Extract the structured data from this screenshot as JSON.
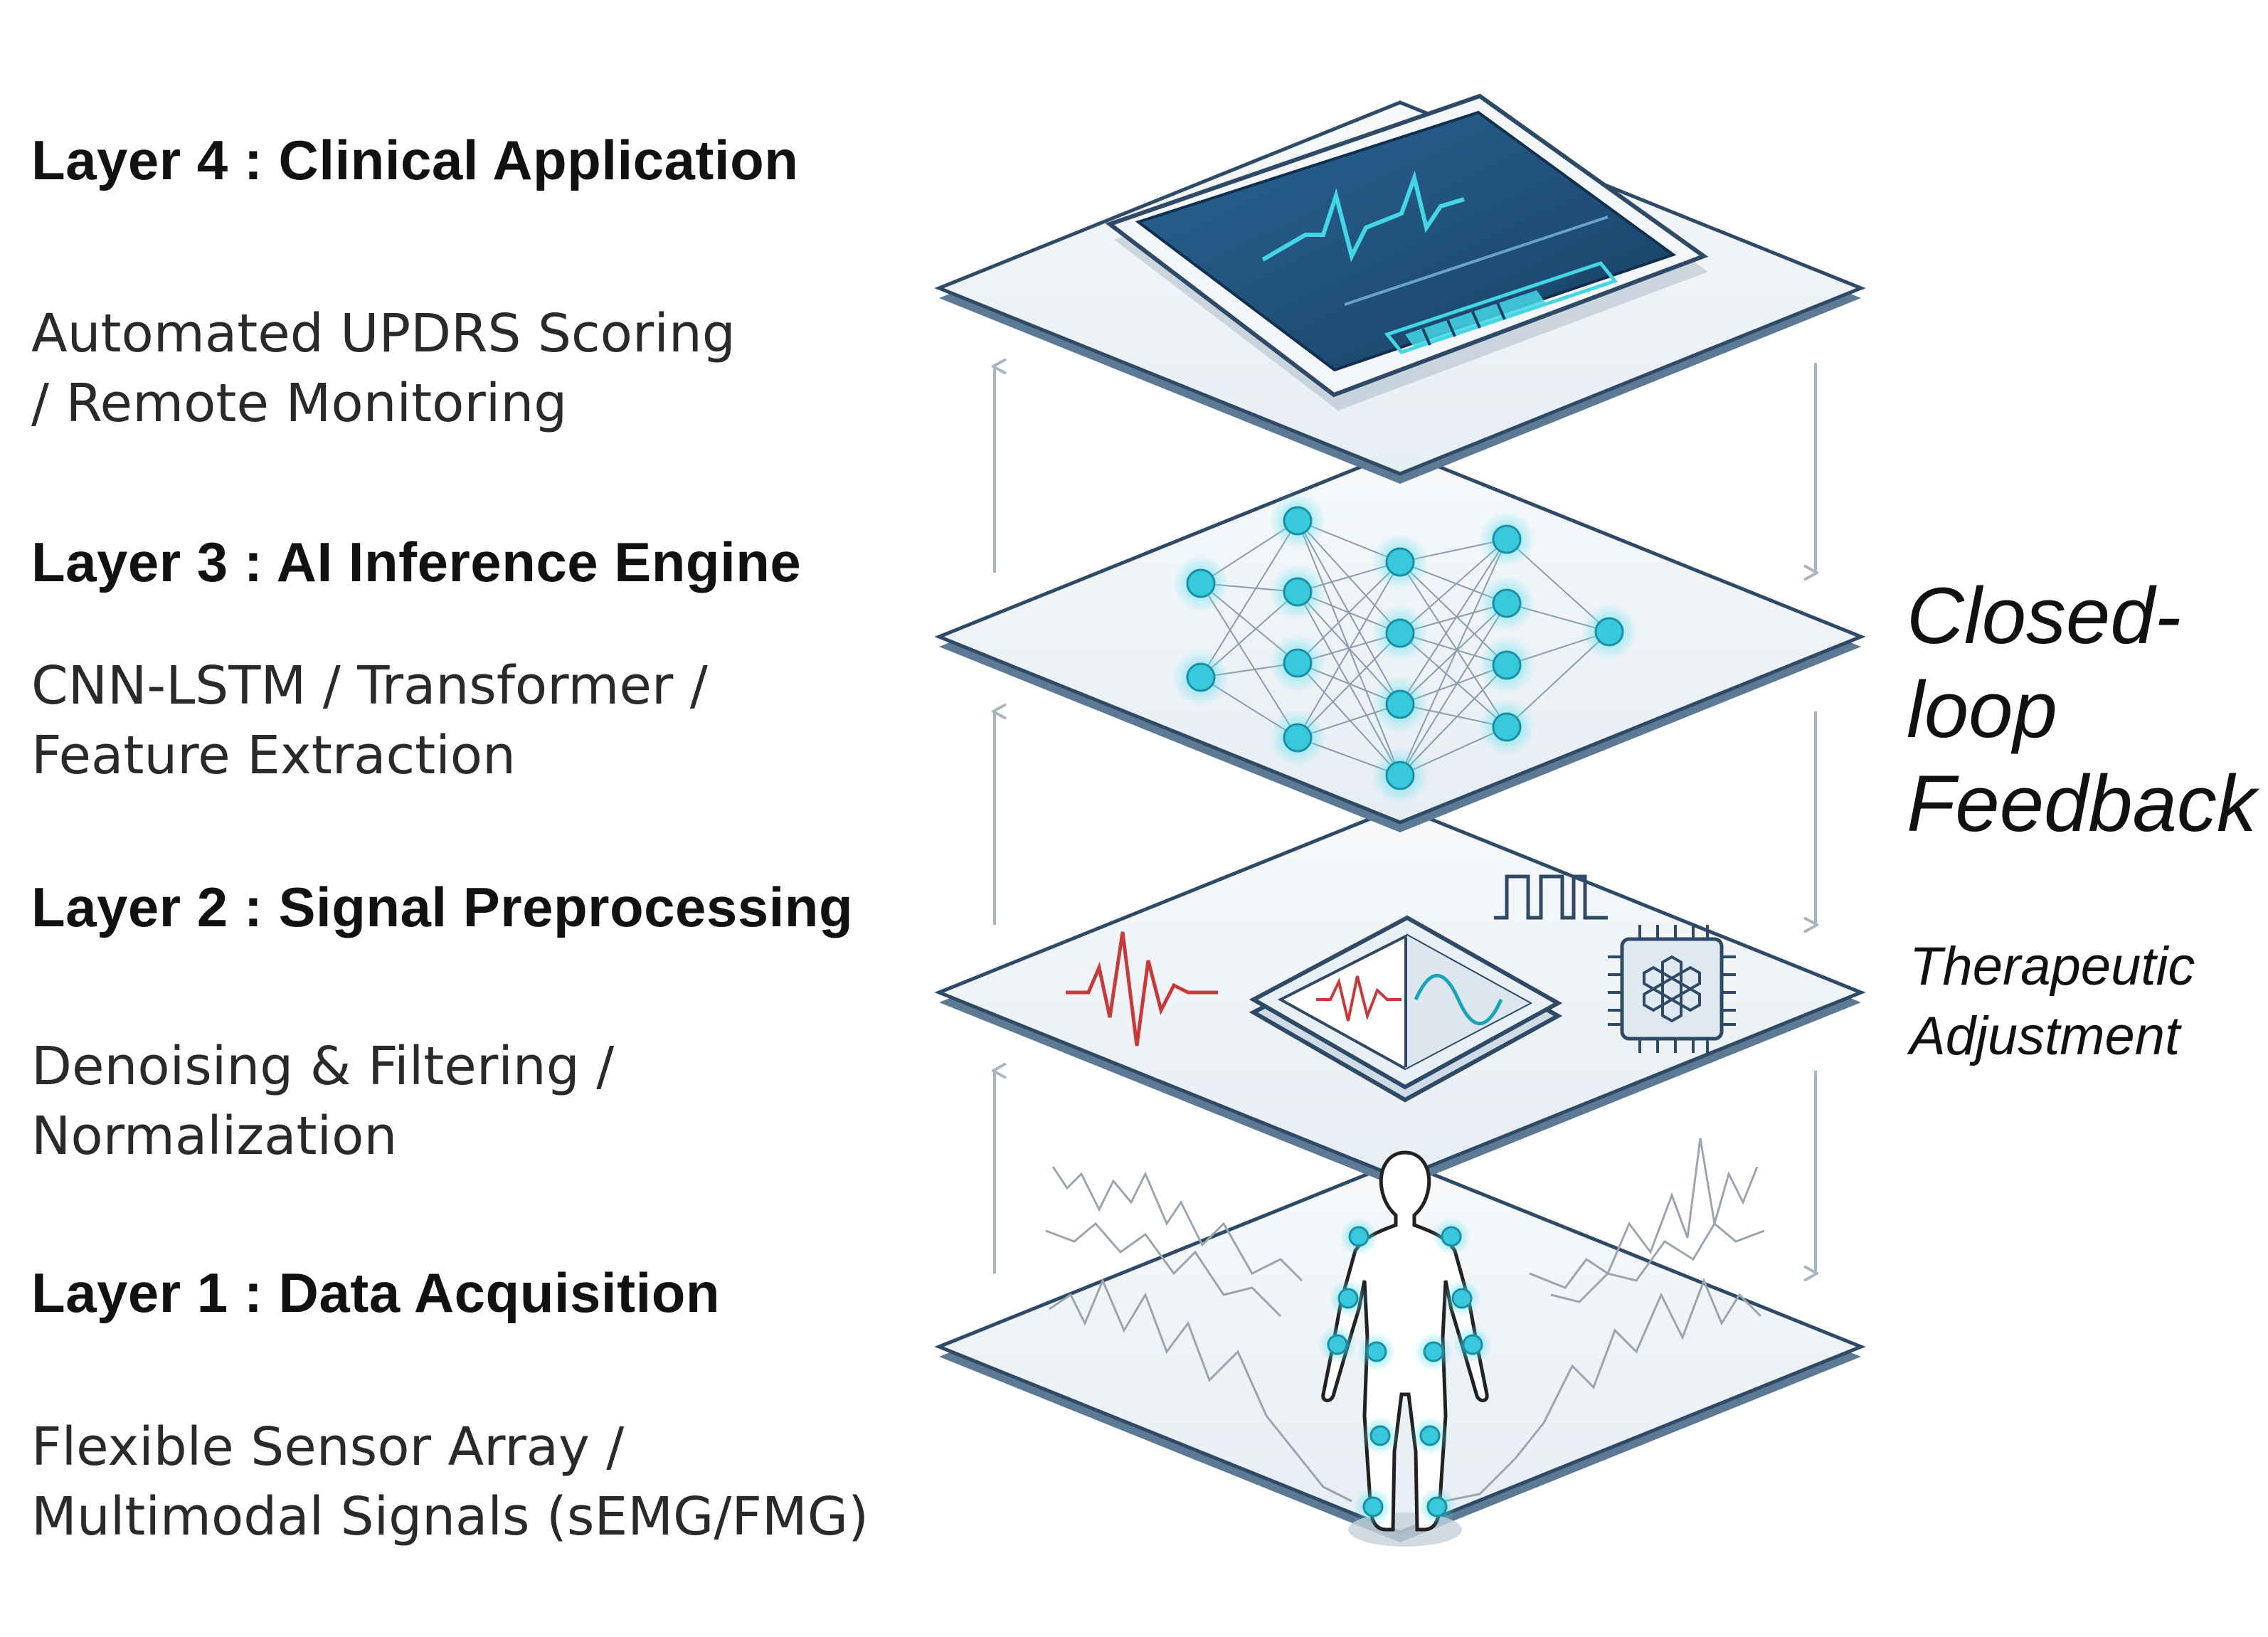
{
  "layers": [
    {
      "title": "Layer 4 : Clinical Application",
      "desc_lines": [
        "Automated UPDRS Scoring",
        "/ Remote Monitoring"
      ]
    },
    {
      "title": "Layer 3 : AI Inference Engine",
      "desc_lines": [
        "CNN-LSTM / Transformer /",
        "Feature Extraction"
      ]
    },
    {
      "title": "Layer 2 : Signal Preprocessing",
      "desc_lines": [
        "Denoising & Filtering /",
        "Normalization"
      ]
    },
    {
      "title": "Layer 1 : Data Acquisition",
      "desc_lines": [
        "Flexible Sensor Array /",
        "Multimodal Signals (sEMG/FMG)"
      ]
    }
  ],
  "feedback": {
    "title_lines": [
      "Closed-",
      "loop",
      "Feedback"
    ],
    "subtitle_lines": [
      "Therapeutic",
      "Adjustment"
    ]
  },
  "icons": {
    "layer4": "tablet-monitor-icon",
    "layer3": "neural-network-icon",
    "layer2_left": "raw-signal-wave-icon",
    "layer2_center": "filter-device-icon",
    "layer2_pulse": "square-pulse-icon",
    "layer2_right": "processor-chip-icon",
    "layer1": "human-body-sensors-icon"
  },
  "colors": {
    "title_text": "#111111",
    "desc_text": "#2a2a2a",
    "plate_top": "#f1f5f9",
    "plate_edge": "#2f4a66",
    "accent_cyan": "#38c9dc",
    "screen_blue": "#1e4f7a",
    "signal_red": "#c8393a",
    "arrow_gray": "#a9b6c2"
  }
}
